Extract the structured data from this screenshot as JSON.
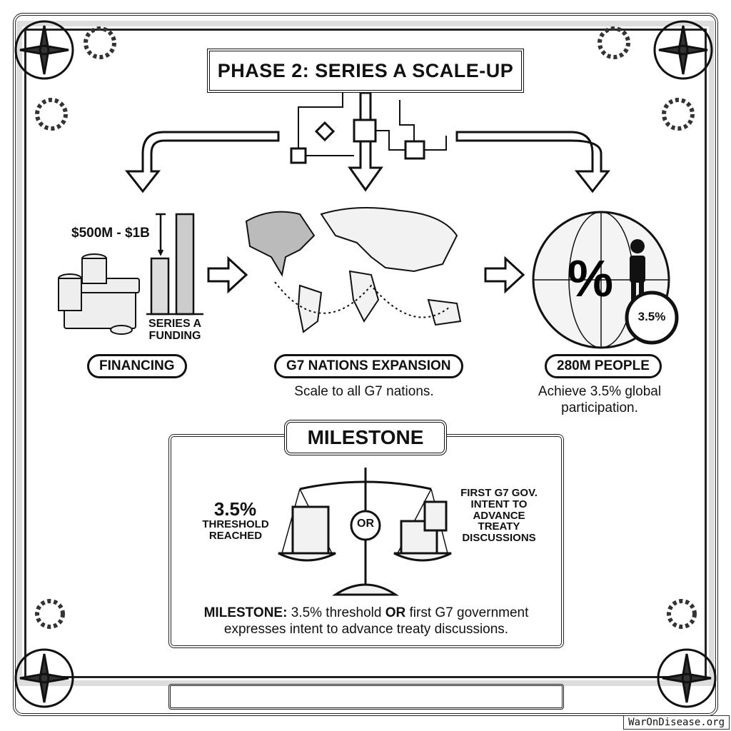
{
  "title": "PHASE 2: SERIES A SCALE-UP",
  "financing": {
    "amount": "$500M - $1B",
    "bar_label": "SERIES A FUNDING",
    "pill": "FINANCING"
  },
  "expansion": {
    "pill": "G7 NATIONS EXPANSION",
    "description": "Scale to all G7 nations."
  },
  "participation": {
    "badge": "3.5%",
    "pill": "280M PEOPLE",
    "description": "Achieve 3.5% global participation."
  },
  "milestone": {
    "title": "MILESTONE",
    "left_value": "3.5%",
    "left_label": "THRESHOLD REACHED",
    "or_label": "OR",
    "right_label": "FIRST G7 GOV. INTENT TO ADVANCE TREATY DISCUSSIONS",
    "summary_lead": "MILESTONE:",
    "summary_part1": "3.5% threshold",
    "summary_or": "OR",
    "summary_part2": "first G7 government expresses intent to advance treaty discussions."
  },
  "watermark": "WarOnDisease.org"
}
